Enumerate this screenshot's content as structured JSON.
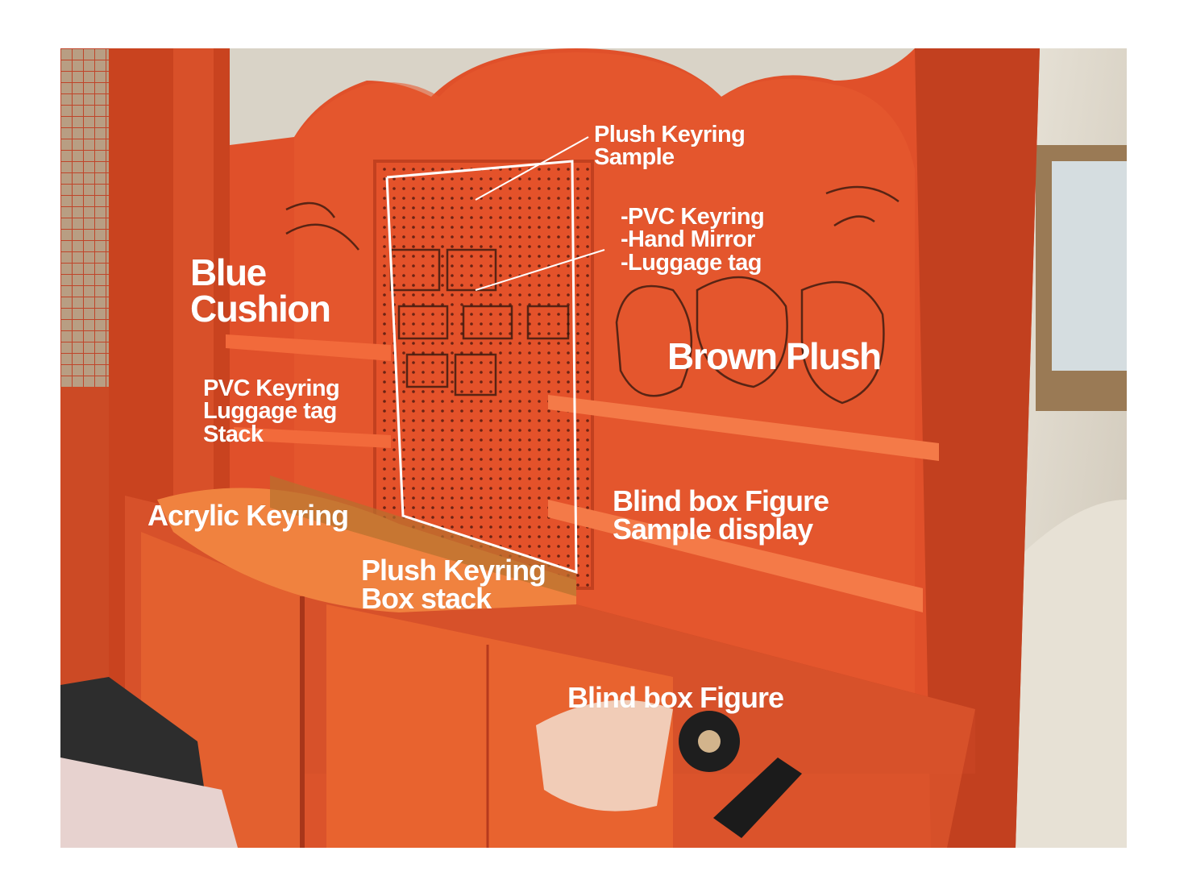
{
  "labels": {
    "plush_keyring_sample": "Plush Keyring\nSample",
    "pvc_list": "-PVC Keyring\n-Hand Mirror\n-Luggage tag",
    "blue_cushion": "Blue\nCushion",
    "brown_plush": "Brown Plush",
    "pvc_stack": "PVC Keyring\nLuggage tag\nStack",
    "acrylic_keyring": "Acrylic Keyring",
    "blind_box_sample": "Blind box Figure\nSample display",
    "plush_box_stack": "Plush Keyring\nBox stack",
    "blind_box_figure": "Blind box Figure"
  },
  "colors": {
    "booth_orange": "#e8532a",
    "booth_dark": "#b63a1d",
    "label_white": "#ffffff"
  }
}
